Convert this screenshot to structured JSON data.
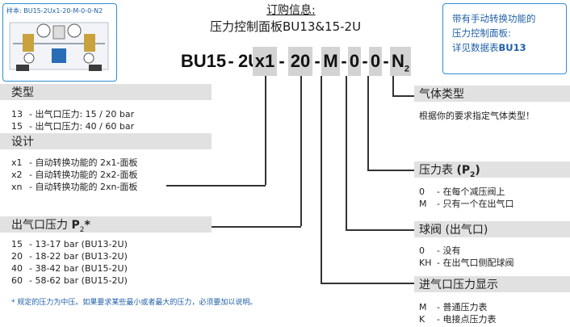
{
  "sample": {
    "label": "样本: BU15-2Ux1-20-M-0-0-N2"
  },
  "order": {
    "title": "订购信息:",
    "subtitle": "压力控制面板BU13&15-2U"
  },
  "note": {
    "line1": "带有手动转换功能的",
    "line2": "压力控制面板:",
    "line3_prefix": "详见数据表",
    "line3_bold": "BU13"
  },
  "code": {
    "p1": "BU15",
    "d1": "-",
    "p2": "2U",
    "p3": "x1",
    "d2": "-",
    "p4": "20",
    "d3": "-",
    "p5": "M",
    "d4": "-",
    "p6": "0",
    "d5": "-",
    "p7": "0",
    "d6": "-",
    "p8": "N",
    "p8_sub": "2"
  },
  "type": {
    "title": "类型",
    "items": [
      {
        "code": "13",
        "text": "- 出气口压力: 15 / 20 bar"
      },
      {
        "code": "15",
        "text": "- 出气口压力: 40 / 60 bar"
      }
    ]
  },
  "design": {
    "title": "设计",
    "items": [
      {
        "code": "x1",
        "text": "- 自动转换功能的 2x1-面板"
      },
      {
        "code": "x2",
        "text": "- 自动转换功能的 2x2-面板"
      },
      {
        "code": "xn",
        "text": "- 自动转换功能的 2xn-面板"
      }
    ]
  },
  "outlet": {
    "title": "出气口压力",
    "title_bold": "P",
    "title_sub": "2",
    "title_star": "*",
    "items": [
      {
        "code": "15",
        "text": "- 13-17 bar (BU13-2U)"
      },
      {
        "code": "20",
        "text": "- 18-22 bar (BU13-2U)"
      },
      {
        "code": "40",
        "text": "- 38-42 bar (BU15-2U)"
      },
      {
        "code": "60",
        "text": "- 58-62 bar (BU15-2U)"
      }
    ]
  },
  "footnote": "* 规定的压力为中压。如果要求某些最小或者最大的压力，必须要加以说明。",
  "gas": {
    "title": "气体类型",
    "desc": "根据你的要求指定气体类型！"
  },
  "gauge": {
    "title": "压力表",
    "title_bold": "(P",
    "title_sub": "2",
    "title_close": ")",
    "items": [
      {
        "code": "0",
        "text": "- 在每个减压阀上"
      },
      {
        "code": "M",
        "text": "- 只有一个在出气口"
      }
    ]
  },
  "valve": {
    "title": "球阀 (出气口)",
    "items": [
      {
        "code": "0",
        "text": "- 没有"
      },
      {
        "code": "KH",
        "text": "- 在出气口侧配球阀"
      }
    ]
  },
  "inlet": {
    "title": "进气口压力显示",
    "items": [
      {
        "code": "M",
        "text": "- 普通压力表"
      },
      {
        "code": "K",
        "text": "- 电接点压力表"
      }
    ]
  },
  "colors": {
    "accent": "#2f8fd6",
    "note_text": "#1f5fa8",
    "bar": "#e1e1e1",
    "code_box": "#d3d3d3"
  }
}
